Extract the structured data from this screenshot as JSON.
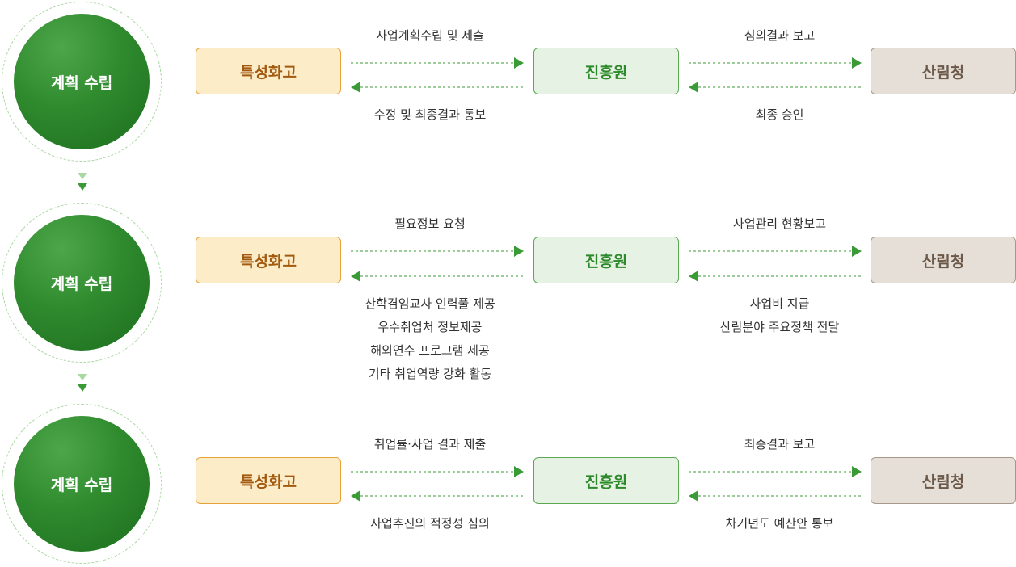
{
  "rows": [
    {
      "stage": "계획 수립",
      "node_a": "특성화고",
      "node_b": "진흥원",
      "node_c": "산림청",
      "ab_forward": [
        "사업계획수립 및 제출"
      ],
      "ab_back": [
        "수정 및 최종결과 통보"
      ],
      "bc_forward": [
        "심의결과 보고"
      ],
      "bc_back": [
        "최종 승인"
      ]
    },
    {
      "stage": "계획 수립",
      "node_a": "특성화고",
      "node_b": "진흥원",
      "node_c": "산림청",
      "ab_forward": [
        "필요정보 요청"
      ],
      "ab_back": [
        "산학겸임교사 인력풀 제공",
        "우수취업처 정보제공",
        "해외연수 프로그램 제공",
        "기타 취업역량 강화 활동"
      ],
      "bc_forward": [
        "사업관리 현황보고"
      ],
      "bc_back": [
        "사업비 지급",
        "산림분야 주요정책 전달"
      ]
    },
    {
      "stage": "계획 수립",
      "node_a": "특성화고",
      "node_b": "진흥원",
      "node_c": "산림청",
      "ab_forward": [
        "취업률·사업 결과 제출"
      ],
      "ab_back": [
        "사업추진의 적정성 심의"
      ],
      "bc_forward": [
        "최종결과 보고"
      ],
      "bc_back": [
        "차기년도 예산안 통보"
      ]
    }
  ],
  "colors": {
    "stage_circle": "#2f8a2e",
    "node_a_fill": "#fdecc8",
    "node_a_border": "#e8a23a",
    "node_a_text": "#a25a10",
    "node_b_fill": "#e6f2e3",
    "node_b_border": "#5aa852",
    "node_b_text": "#2d8a2a",
    "node_c_fill": "#e6dfd8",
    "node_c_border": "#a89888",
    "node_c_text": "#6b5949",
    "arrow": "#3a9a36"
  },
  "icons": {
    "flow_arrow": "arrow-right-icon",
    "return_arrow": "arrow-left-icon",
    "stage_connector": "chevron-down-icon"
  }
}
